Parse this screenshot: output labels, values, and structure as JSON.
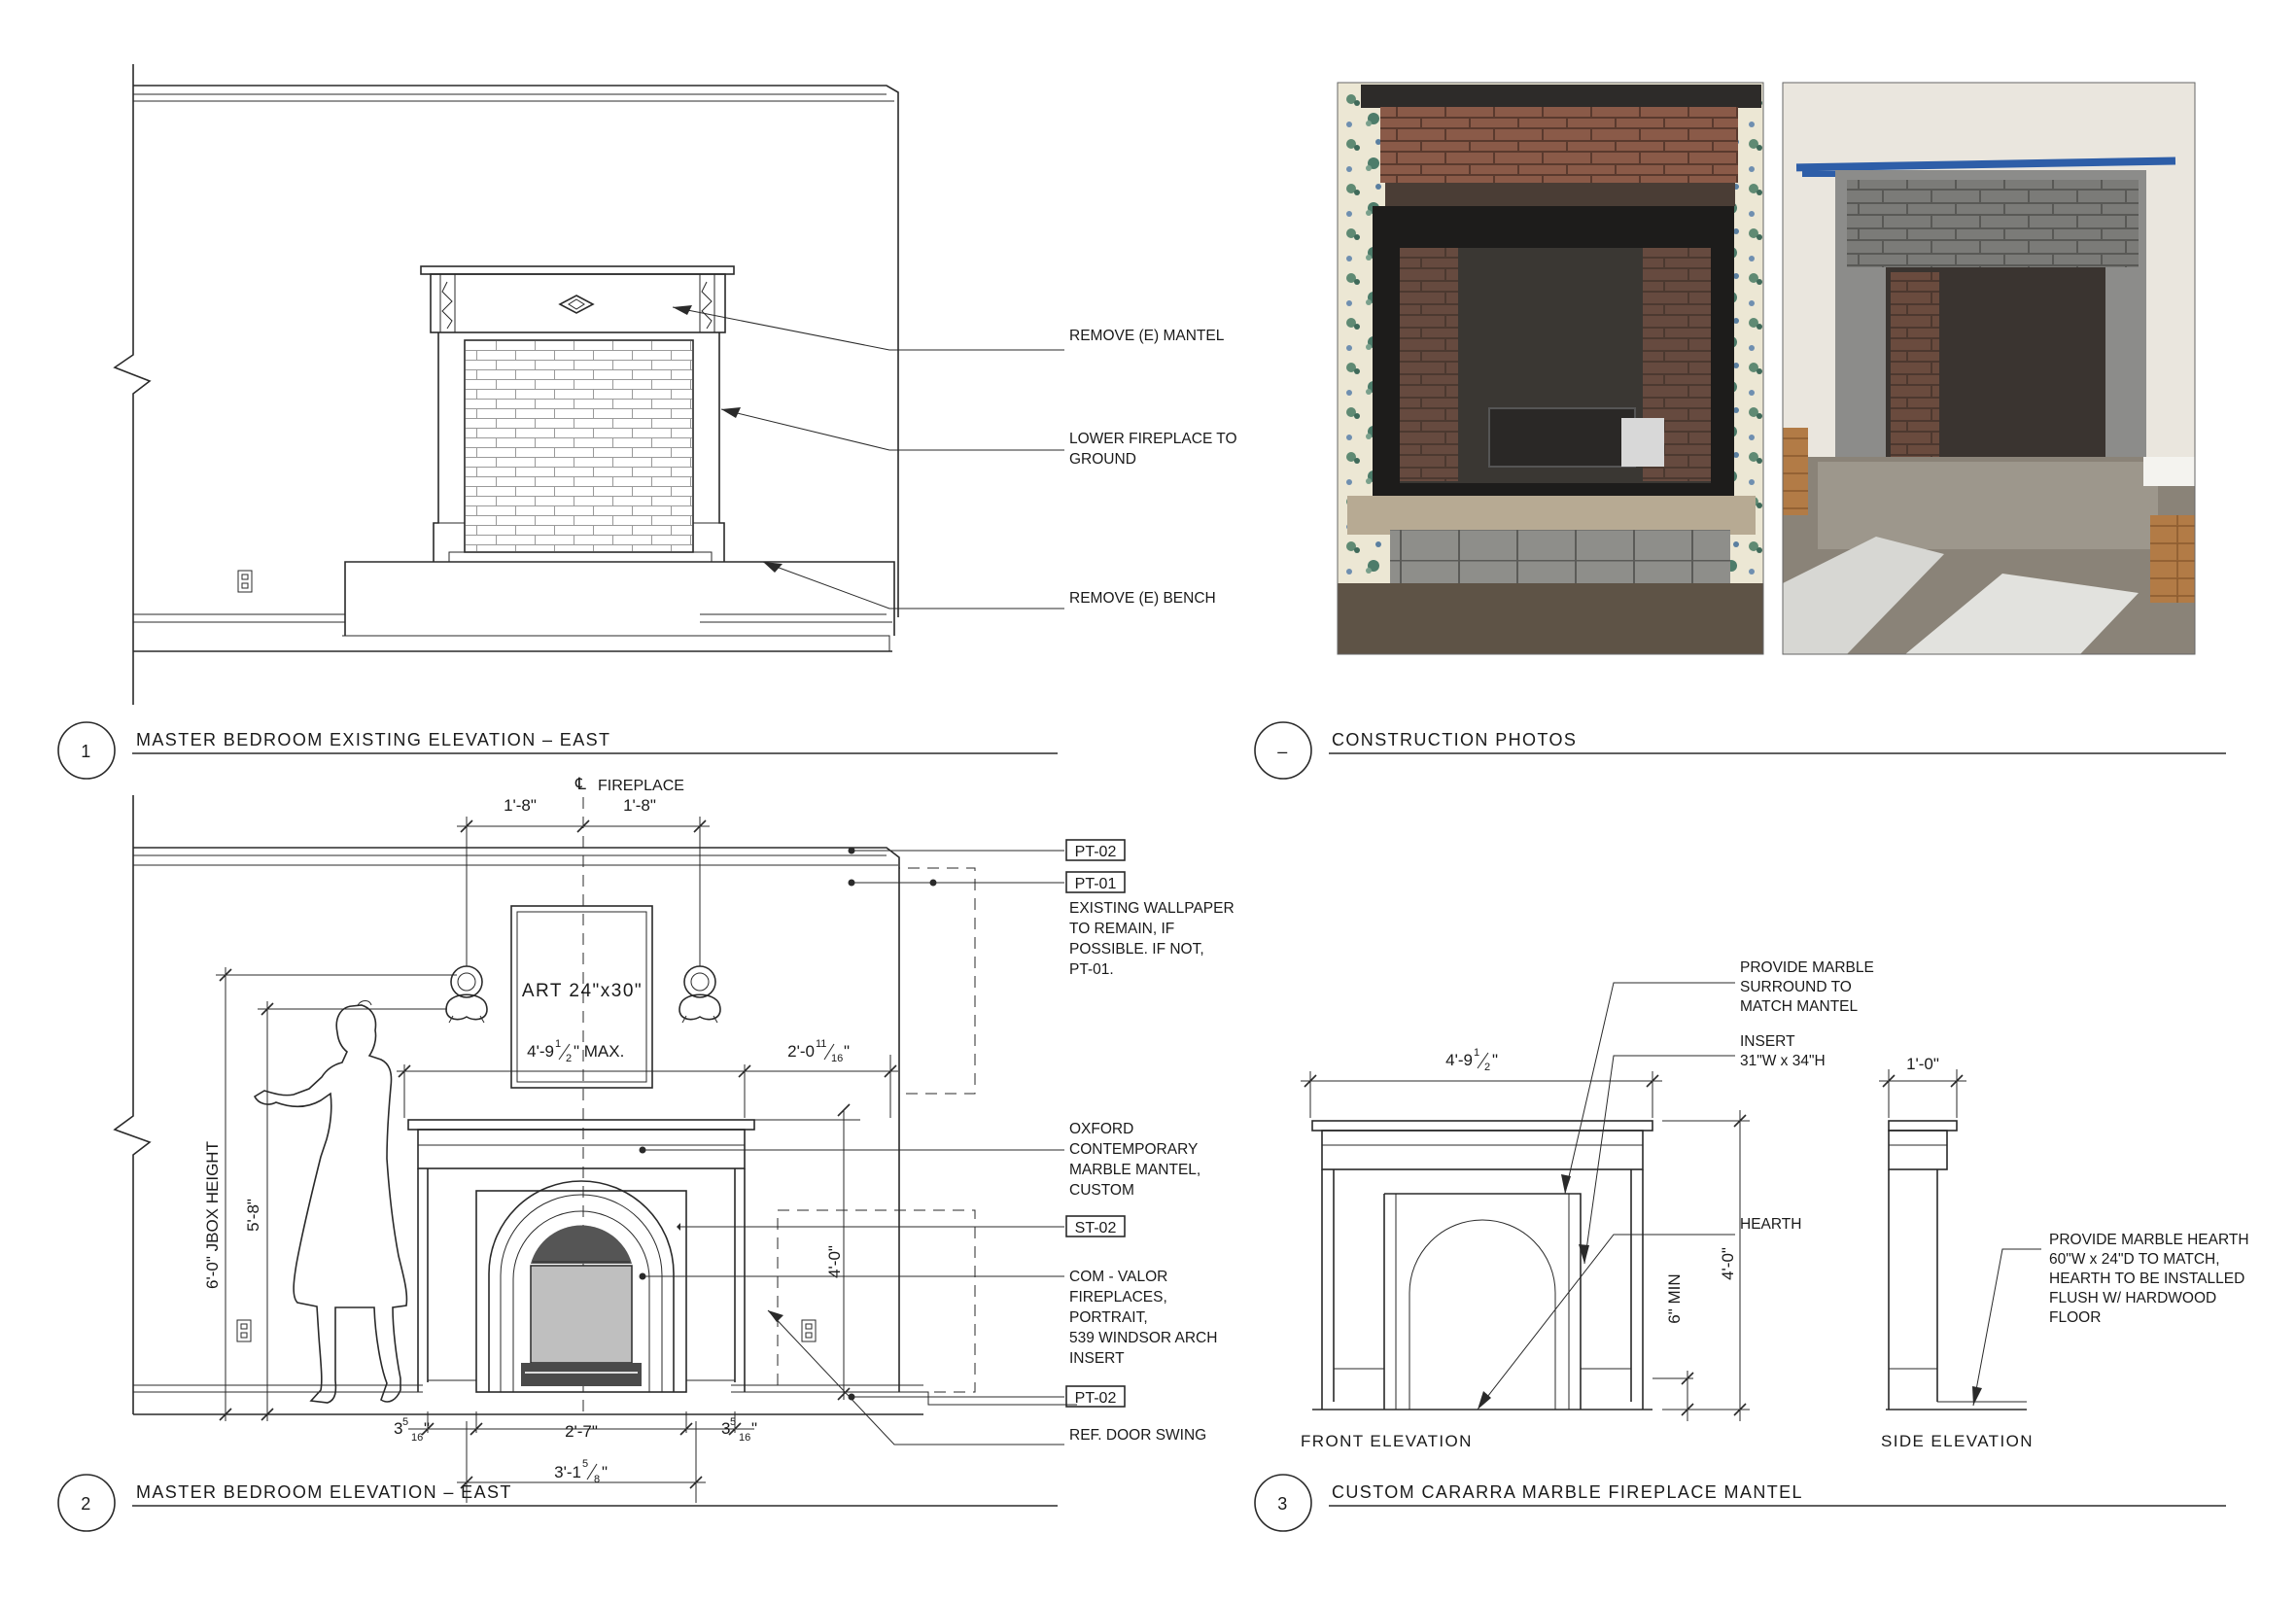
{
  "sheet": {
    "drawings": [
      {
        "number": "1",
        "title": "MASTER BEDROOM EXISTING ELEVATION – EAST",
        "notes": [
          "REMOVE (E) MANTEL",
          "LOWER FIREPLACE TO",
          "GROUND",
          "REMOVE (E) BENCH"
        ]
      },
      {
        "number": "–",
        "title": "CONSTRUCTION PHOTOS"
      },
      {
        "number": "2",
        "title": "MASTER BEDROOM ELEVATION – EAST",
        "centerline": "FIREPLACE",
        "dims": {
          "d_left": "1'-8\"",
          "d_right": "1'-8\"",
          "art": "ART 24\"x30\"",
          "art_max_a": "4'-9",
          "art_max_b": "\" MAX.",
          "to_wall_a": "2'-0",
          "to_wall_b": "\"",
          "jbox": "6'-0\" JBOX HEIGHT",
          "sconce": "5'-8\"",
          "height": "4'-0\"",
          "left_a": "3",
          "left_b": "\"",
          "opening": "2'-7\"",
          "right_a": "3",
          "right_b": "\"",
          "overall_a": "3'-1",
          "overall_b": "\""
        },
        "tags": [
          "PT-02",
          "PT-01",
          "ST-02",
          "PT-02"
        ],
        "notes": {
          "wallpaper": [
            "EXISTING WALLPAPER",
            "TO REMAIN, IF",
            "POSSIBLE. IF NOT,",
            "PT-01."
          ],
          "mantel": [
            "OXFORD",
            "CONTEMPORARY",
            "MARBLE MANTEL,",
            "CUSTOM"
          ],
          "insert": [
            "COM - VALOR",
            "FIREPLACES,",
            "PORTRAIT,",
            "539 WINDSOR ARCH",
            "INSERT"
          ],
          "door": [
            "REF. DOOR SWING"
          ]
        }
      },
      {
        "number": "3",
        "title": "CUSTOM CARARRA MARBLE FIREPLACE MANTEL",
        "front_label": "FRONT ELEVATION",
        "side_label": "SIDE ELEVATION",
        "dims": {
          "width_a": "4'-9",
          "width_b": "\"",
          "depth": "1'-0\"",
          "height": "4'-0\"",
          "hearth_min": "6\" MIN"
        },
        "notes": {
          "surround": [
            "PROVIDE MARBLE",
            "SURROUND TO",
            "MATCH MANTEL"
          ],
          "insert": [
            "INSERT",
            "31\"W x 34\"H"
          ],
          "hearth": [
            "HEARTH"
          ],
          "hearth_spec": [
            "PROVIDE MARBLE HEARTH",
            "60\"W x 24\"D TO MATCH,",
            "HEARTH TO BE INSTALLED",
            "FLUSH W/ HARDWOOD",
            "FLOOR"
          ]
        }
      }
    ]
  }
}
